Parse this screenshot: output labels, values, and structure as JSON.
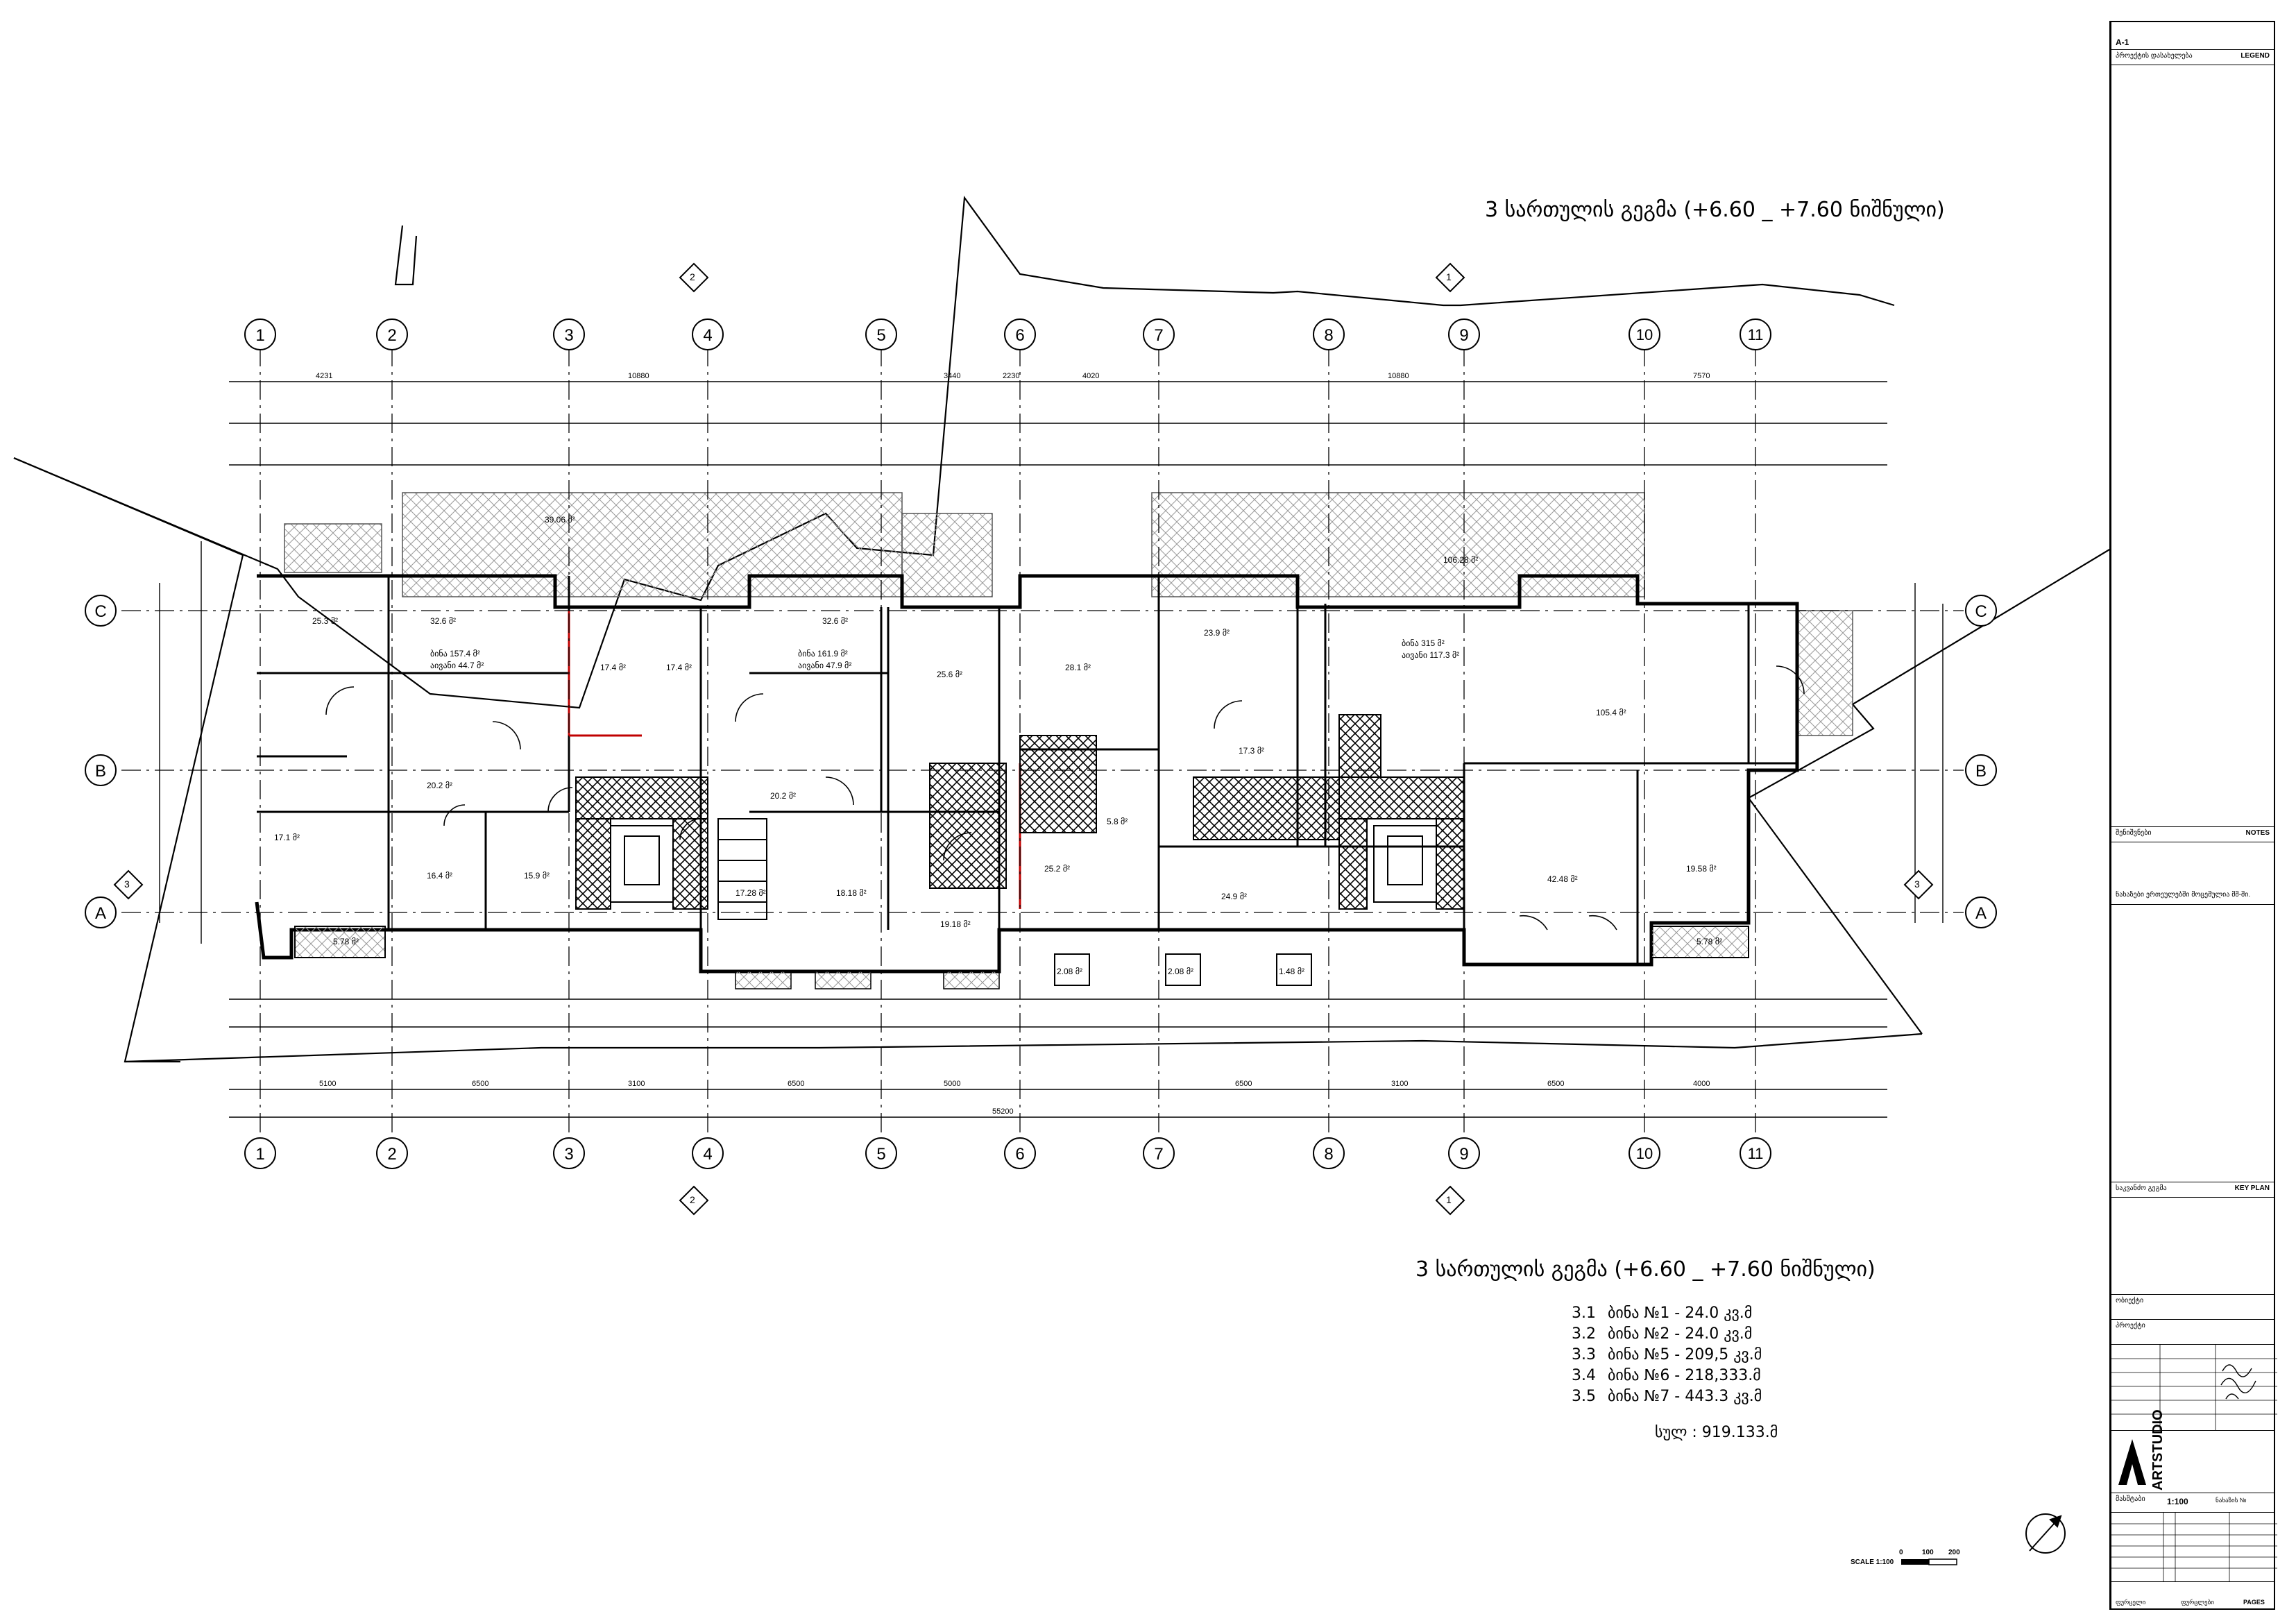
{
  "title_top": "3 სართულის გეგმა (+6.60 _ +7.60 ნიშნული)",
  "title_bottom": "3 სართულის გეგმა (+6.60 _ +7.60 ნიშნული)",
  "grid_columns": [
    "1",
    "2",
    "3",
    "4",
    "5",
    "6",
    "7",
    "8",
    "9",
    "10",
    "11"
  ],
  "grid_rows": [
    "C",
    "B",
    "A"
  ],
  "section_marks": [
    "2",
    "1",
    "3"
  ],
  "units_list": [
    {
      "num": "3.1",
      "text": "ბინა №1 - 24.0 კვ.მ"
    },
    {
      "num": "3.2",
      "text": "ბინა №2 - 24.0 კვ.მ"
    },
    {
      "num": "3.3",
      "text": "ბინა №5 - 209,5 კვ.მ"
    },
    {
      "num": "3.4",
      "text": "ბინა №6 - 218,333.მ"
    },
    {
      "num": "3.5",
      "text": "ბინა №7 - 443.3 კვ.მ"
    }
  ],
  "total": "სულ : 919.133.მ",
  "rooms": {
    "r1": "25.3 მ²",
    "r2": "32.6 მ²",
    "r3": "39.06 მ²",
    "r4": "32.6 მ²",
    "r5": "17.4 მ²",
    "r6": "17.4 მ²",
    "r7": "25.6 მ²",
    "r8": "28.1 მ²",
    "r9": "23.9 მ²",
    "r10": "106.28 მ²",
    "r11": "105.4 მ²",
    "r12": "17.1 მ²",
    "r13": "16.4 მ²",
    "r14": "15.9 მ²",
    "r15": "20.2 მ²",
    "r16": "20.2 მ²",
    "r17": "17.28 მ²",
    "r18": "18.18 მ²",
    "r19": "19.18 მ²",
    "r20": "25.2 მ²",
    "r21": "24.9 მ²",
    "r22": "17.3 მ²",
    "r23": "42.48 მ²",
    "r24": "19.58 მ²",
    "r25": "5.78 მ²",
    "r26": "5.78 მ²",
    "r27": "2.08 მ²",
    "r28": "2.08 მ²",
    "r29": "1.48 მ²",
    "r30": "5.8 მ²",
    "r31": "ბინა 157.4 მ²",
    "r32": "აივანი 44.7 მ²",
    "r33": "ბინა 161.9 მ²",
    "r34": "აივანი 47.9 მ²",
    "r35": "ბინა 315 მ²",
    "r36": "აივანი 117.3 მ²"
  },
  "dims_top": [
    "4231",
    "10880",
    "3440",
    "2230",
    "4020",
    "10880",
    "7570"
  ],
  "dims_bottom": [
    "5100",
    "6500",
    "3100",
    "6500",
    "5000",
    "6500",
    "3100",
    "6500",
    "4000"
  ],
  "overall_dim": "55200",
  "scale_text": "SCALE 1:100",
  "scale_marks": [
    "0",
    "100",
    "200"
  ],
  "titleblock": {
    "sheet_code": "A-1",
    "header_left": "პროექტის დასახელება",
    "header_right": "LEGEND",
    "notes_left": "შენიშვნები",
    "notes_right": "NOTES",
    "notes_line": "ნახაზები ერთეულებში მოცემულია მმ-ში.",
    "keyplan_left": "საკვანძო გეგმა",
    "keyplan_right": "KEY PLAN",
    "object_label": "ობიექტი",
    "project_label": "პროექტი",
    "brand": "ARTSTUDIO",
    "scale_label": "მასშტაბი",
    "scale_value": "1:100",
    "sheet_label": "ნახაზის №",
    "bottom_left": "ფურცელი",
    "bottom_mid": "ფურცლები",
    "bottom_right": "PAGES"
  }
}
